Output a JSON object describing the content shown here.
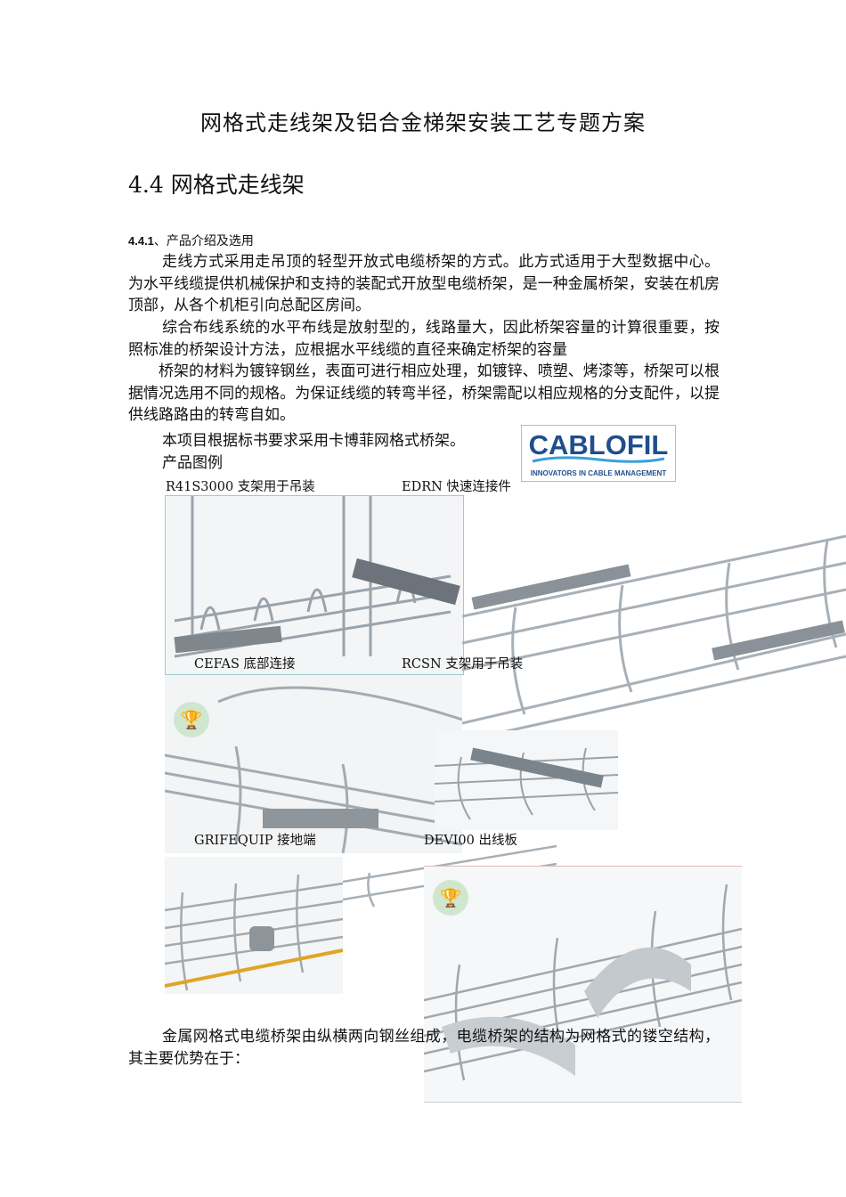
{
  "document": {
    "title": "网格式走线架及铝合金梯架安装工艺专题方案",
    "section_heading": "4.4 网格式走线架",
    "subsection_number": "4.4.1",
    "subsection_title": "、产品介绍及选用",
    "paragraphs": [
      "走线方式采用走吊顶的轻型开放式电缆桥架的方式。此方式适用于大型数据中心。为水平线缆提供机械保护和支持的装配式开放型电缆桥架，是一种金属桥架，安装在机房顶部，从各个机柜引向总配区房间。",
      "综合布线系统的水平布线是放射型的，线路量大，因此桥架容量的计算很重要，按照标准的桥架设计方法，应根据水平线缆的直径来确定桥架的容量",
      "桥架的材料为镀锌钢丝，表面可进行相应处理，如镀锌、喷塑、烤漆等，桥架可以根据情况选用不同的规格。为保证线缆的转弯半径，桥架需配以相应规格的分支配件，以提供线路路由的转弯自如。"
    ],
    "project_line": "本项目根据标书要求采用卡博菲网格式桥架。",
    "figure_heading": "产品图例",
    "logo": {
      "brand": "CABLOFIL",
      "tagline": "INNOVATORS IN CABLE MANAGEMENT",
      "color": "#1f4e8c"
    },
    "captions": {
      "r41s3000": "R41S3000 支架用于吊装",
      "edrn": "EDRN 快速连接件",
      "cefas": "CEFAS 底部连接",
      "rcsn": "RCSN 支架用于吊装",
      "grifequip": "GRIFEQUIP 接地端",
      "devi00": "DEVI00 出线板"
    },
    "closing_paragraph": "金属网格式电缆桥架由纵横两向钢丝组成，电缆桥架的结构为网格式的镂空结构，其主要优势在于："
  }
}
